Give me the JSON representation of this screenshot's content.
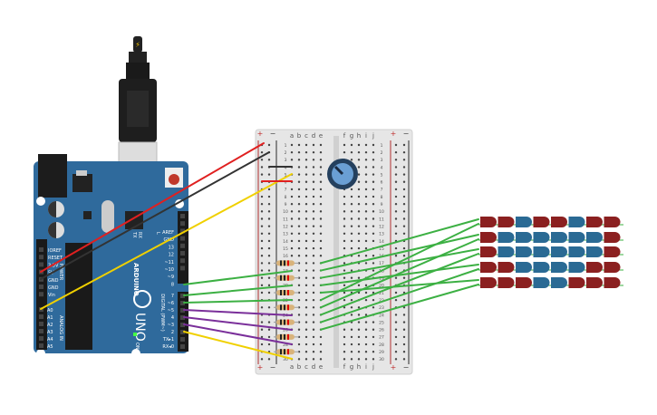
{
  "arduino": {
    "brand": "ARDUINO",
    "model": "UNO",
    "power_header_label": "POWER",
    "power_pins": [
      "IOREF",
      "RESET",
      "3.3V",
      "5V",
      "GND",
      "GND",
      "Vin"
    ],
    "analog_header_label": "ANALOG IN",
    "analog_pins": [
      "A0",
      "A1",
      "A2",
      "A3",
      "A4",
      "A5"
    ],
    "digital_header_label": "DIGITAL (PWM~)",
    "digital_pins_top": [
      "AREF",
      "GND",
      "13",
      "12",
      "~11",
      "~10",
      "~9",
      "8"
    ],
    "digital_pins_bottom": [
      "7",
      "~6",
      "~5",
      "4",
      "~3",
      "2",
      "TX▸1",
      "RX◂0"
    ],
    "led_labels": [
      "TX",
      "RX",
      "L",
      "ON"
    ],
    "board_color": "#2f6a9c"
  },
  "breadboard": {
    "columns_left": [
      "a",
      "b",
      "c",
      "d",
      "e"
    ],
    "columns_right": [
      "f",
      "g",
      "h",
      "i",
      "j"
    ],
    "rows": 30,
    "rail_plus": "+",
    "rail_minus": "−"
  },
  "led_matrix": {
    "red": "#8b2020",
    "blue": "#2a6a94",
    "rows": [
      [
        "R",
        "R",
        "B",
        "R",
        "R",
        "B",
        "R",
        "R"
      ],
      [
        "R",
        "B",
        "B",
        "B",
        "B",
        "B",
        "B",
        "R"
      ],
      [
        "R",
        "B",
        "B",
        "B",
        "B",
        "B",
        "B",
        "R"
      ],
      [
        "R",
        "R",
        "B",
        "B",
        "B",
        "B",
        "R",
        "R"
      ],
      [
        "R",
        "R",
        "R",
        "B",
        "B",
        "R",
        "R",
        "R"
      ]
    ]
  },
  "wire_colors": {
    "power": "#e02020",
    "ground": "#333333",
    "analog": "#f0d000",
    "green": "#3cb043",
    "purple": "#7a2f9a"
  }
}
